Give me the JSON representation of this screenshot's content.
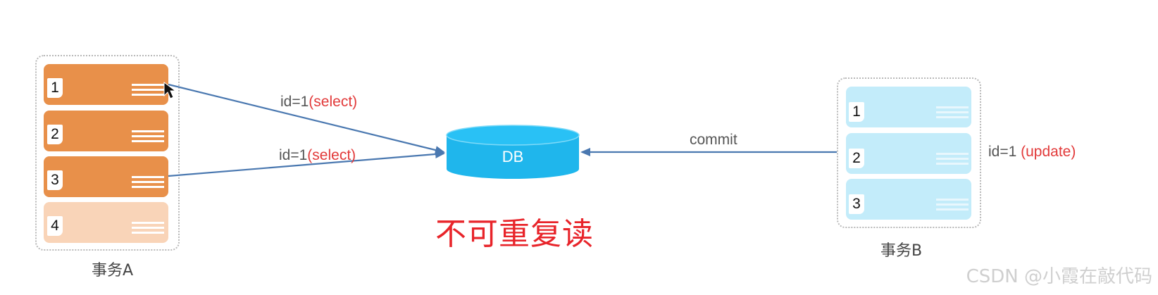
{
  "transaction_a": {
    "label": "事务A",
    "rows": [
      "1",
      "2",
      "3",
      "4"
    ]
  },
  "transaction_b": {
    "label": "事务B",
    "rows": [
      "1",
      "2",
      "3"
    ]
  },
  "database": {
    "label": "DB",
    "color": "#1fb6ec"
  },
  "arrows": {
    "select_top": {
      "prefix": "id=1",
      "action": "(select)"
    },
    "select_bottom": {
      "prefix": "id=1",
      "action": "(select)"
    },
    "commit": {
      "label": "commit"
    },
    "update": {
      "prefix": "id=1 ",
      "action": "(update)"
    }
  },
  "title": "不可重复读",
  "watermark": "CSDN @小霞在敲代码",
  "colors": {
    "row_a": "#e8904a",
    "row_a_faded": "#f9d4b8",
    "row_b": "#c3ecfa",
    "arrow": "#4a78b0",
    "accent_red": "#e23a3a"
  }
}
